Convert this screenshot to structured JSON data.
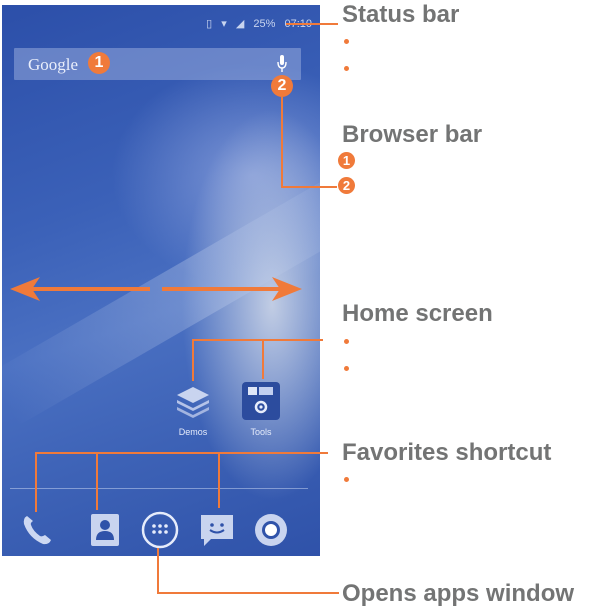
{
  "status_bar": {
    "icons": [
      "vibrate-icon",
      "wifi-icon",
      "signal-icon"
    ],
    "battery": "25%",
    "time": "07:10"
  },
  "search_bar": {
    "google_label": "Google",
    "mic_icon": "microphone-icon"
  },
  "home_apps": [
    {
      "label": "Demos",
      "icon": "stack-layers-icon"
    },
    {
      "label": "Tools",
      "icon": "tools-folder-icon"
    }
  ],
  "dock": [
    {
      "name": "phone",
      "icon": "phone-icon"
    },
    {
      "name": "contacts",
      "icon": "contacts-icon"
    },
    {
      "name": "apps",
      "icon": "apps-grid-icon"
    },
    {
      "name": "messages",
      "icon": "messages-icon"
    },
    {
      "name": "browser",
      "icon": "chrome-icon"
    }
  ],
  "callouts": {
    "status_bar": "Status bar",
    "browser_bar": "Browser bar",
    "home_screen": "Home screen",
    "favorites_shortcut": "Favorites shortcut",
    "opens_apps_window": "Opens apps window"
  },
  "badges": {
    "one": "1",
    "two": "2"
  },
  "colors": {
    "accent": "#f07a3a",
    "label": "#737474",
    "wallpaper": "#3b61b8"
  }
}
